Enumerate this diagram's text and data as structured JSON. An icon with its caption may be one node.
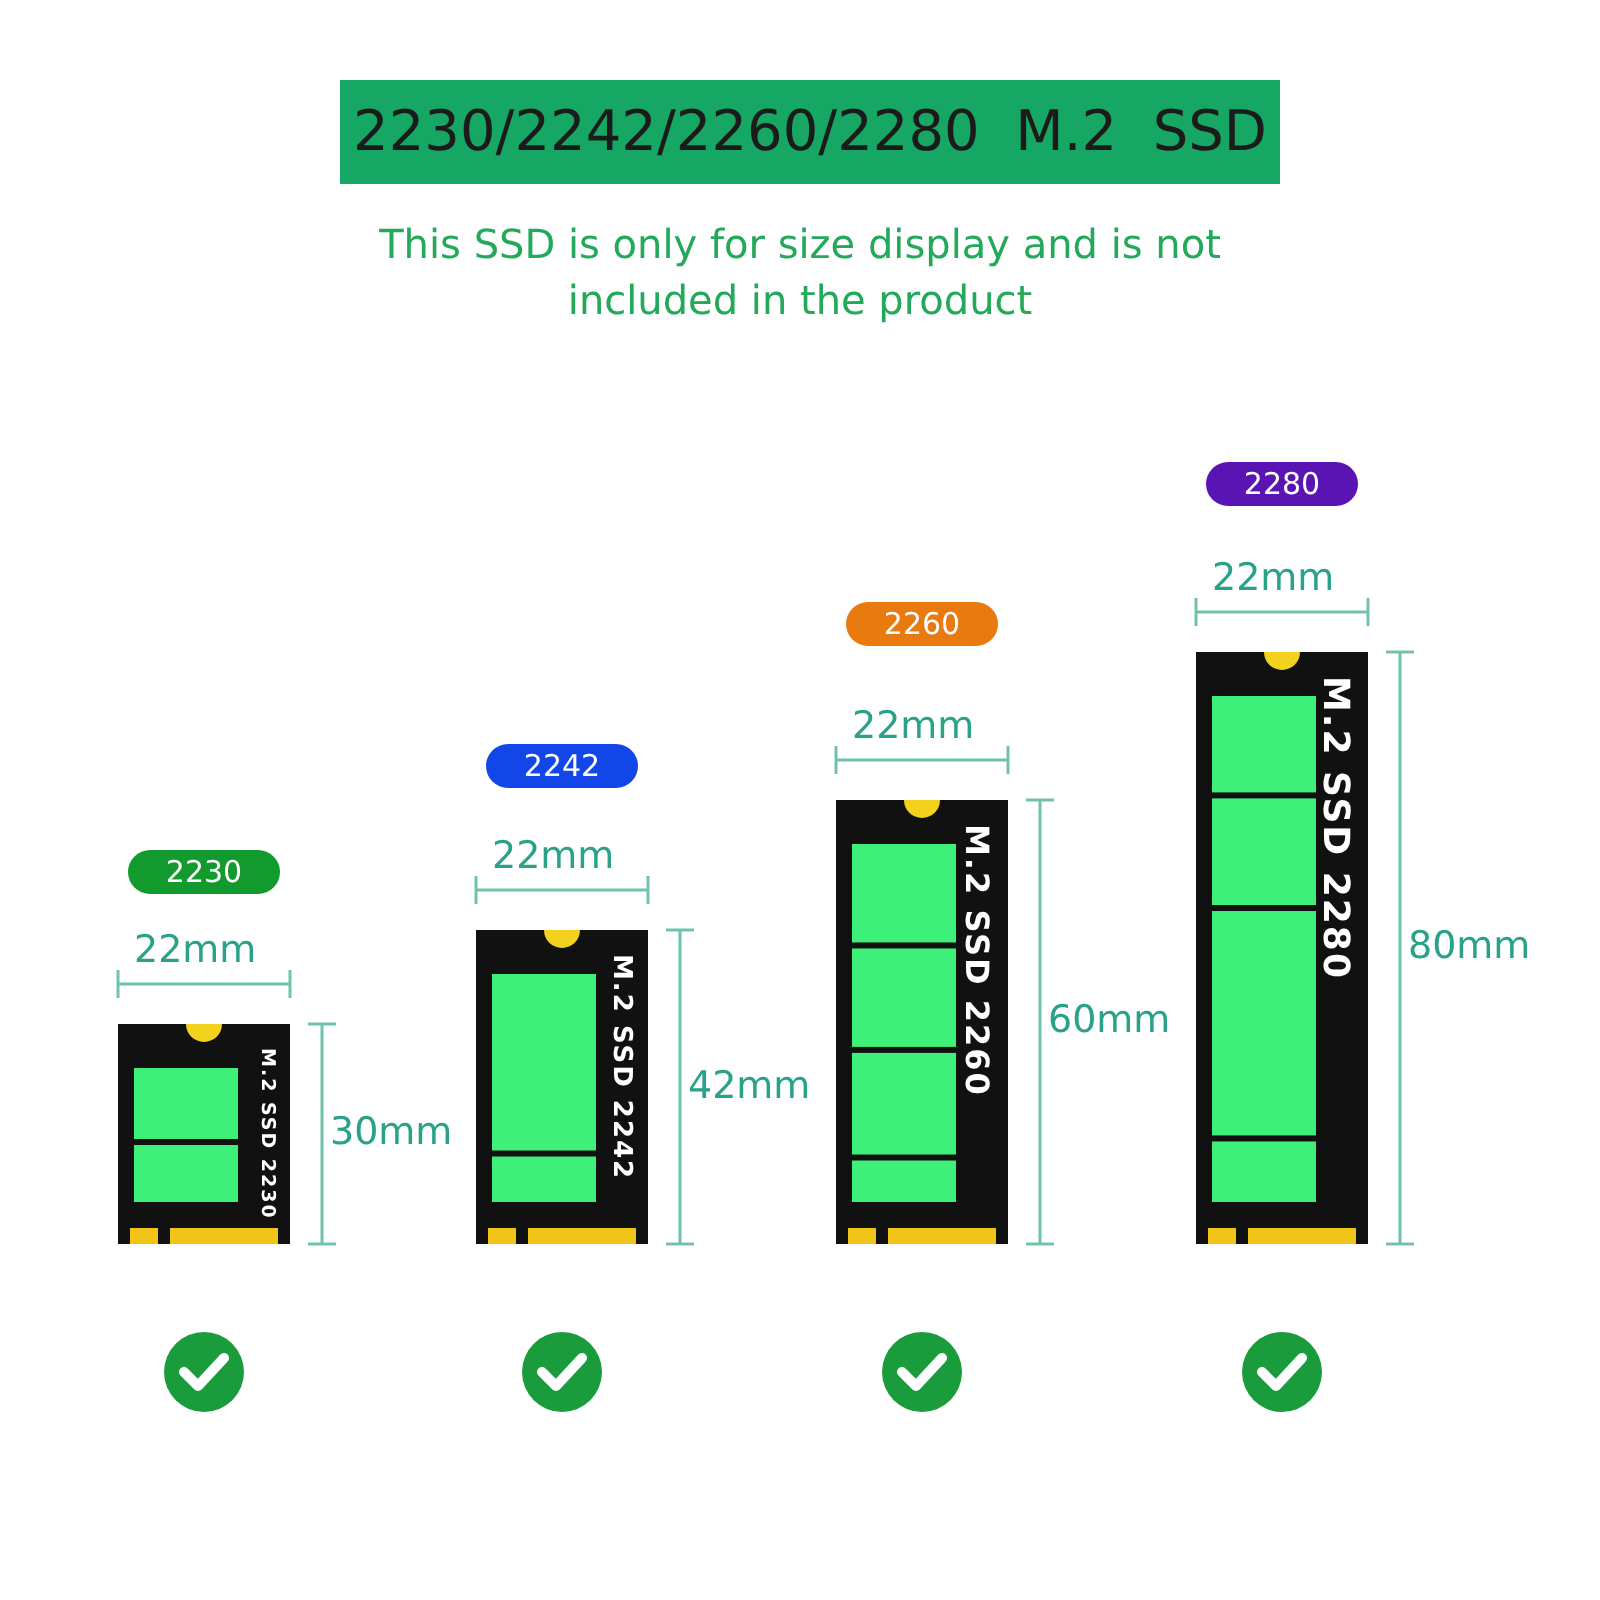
{
  "diagram": {
    "title": "2230/2242/2260/2280  M.2  SSD",
    "caption": "This SSD is only for size display and is not included in the product",
    "nodes": [
      {
        "text": [
          "2230"
        ]
      },
      {
        "text": [
          "M.2 SSD 2230"
        ]
      },
      {
        "text": [
          "2242"
        ]
      },
      {
        "text": [
          "M.2 SSD 2242"
        ]
      },
      {
        "text": [
          "2260"
        ]
      },
      {
        "text": [
          "M.2 SSD 2260"
        ]
      },
      {
        "text": [
          "2280"
        ]
      },
      {
        "text": [
          "M.2 SSD 2280"
        ]
      }
    ],
    "labels": [
      "22mm",
      "30mm",
      "22mm",
      "42mm",
      "22mm",
      "60mm",
      "22mm",
      "80mm"
    ]
  }
}
